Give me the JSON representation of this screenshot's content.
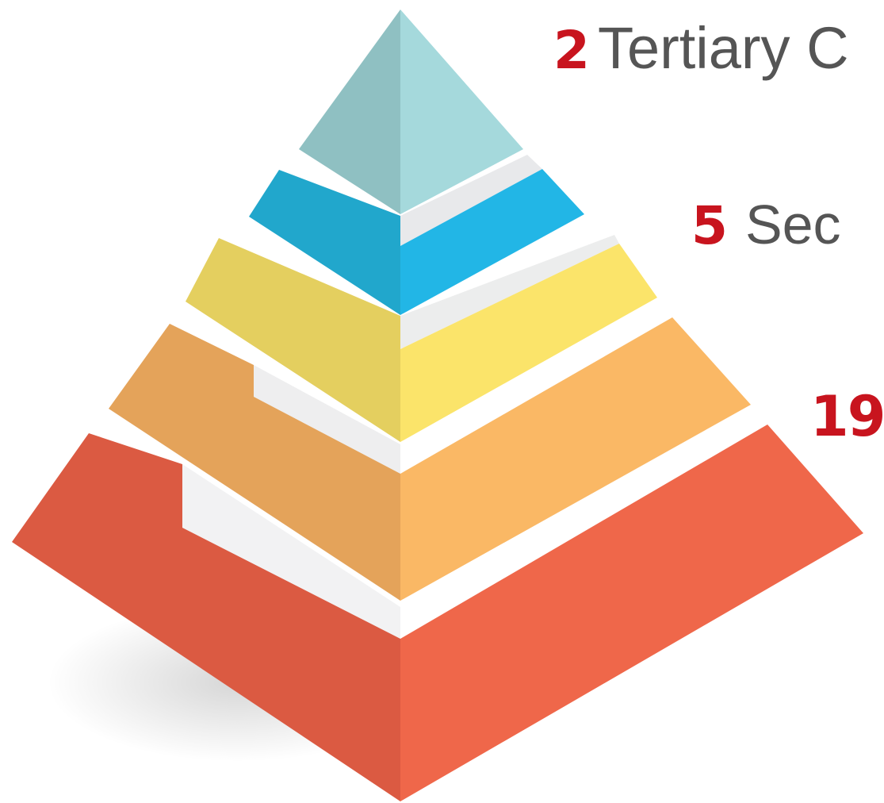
{
  "labels": [
    {
      "number": "2",
      "text": "Tertiary C"
    },
    {
      "number": "5",
      "text": "Sec"
    },
    {
      "number": "19",
      "text": ""
    }
  ],
  "tiers": [
    {
      "name": "top",
      "left_color": "#8fc0c2",
      "right_color": "#a5d9dc",
      "inner_color": "#e5e6e8"
    },
    {
      "name": "second",
      "left_color": "#21a7cc",
      "right_color": "#22b6e6",
      "inner_color": "#e8e9eb"
    },
    {
      "name": "third",
      "left_color": "#e4cf5f",
      "right_color": "#fbe46a",
      "inner_color": "#eceded"
    },
    {
      "name": "fourth",
      "left_color": "#e4a35a",
      "right_color": "#fab865",
      "inner_color": "#eeeeef"
    },
    {
      "name": "base",
      "left_color": "#db5a42",
      "right_color": "#ef674a",
      "inner_color": "#f2f2f3"
    }
  ],
  "accent_color": "#c8141e",
  "text_color": "#555555"
}
